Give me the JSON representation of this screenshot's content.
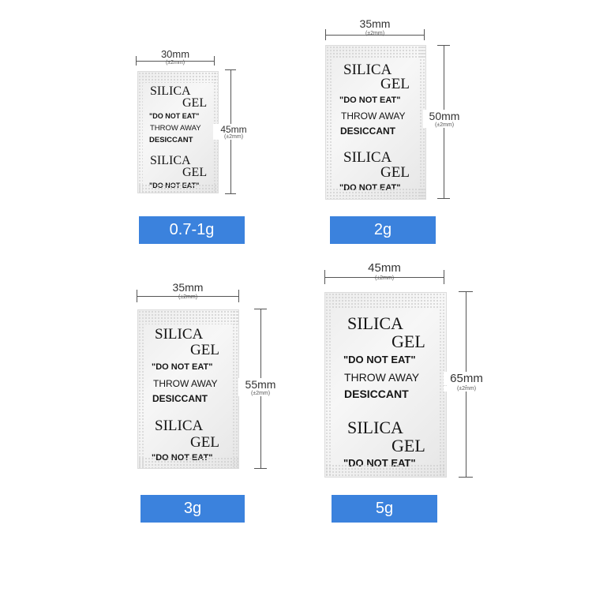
{
  "packets": [
    {
      "width_label": "30mm",
      "width_tol": "(±2mm)",
      "height_label": "45mm",
      "height_tol": "(±2mm)",
      "line1": "SILICA",
      "line2": "GEL",
      "line3": "\"DO NOT EAT\"",
      "line4": "THROW AWAY",
      "line5": "DESICCANT",
      "line6": "SILICA",
      "line7": "GEL",
      "line8": "\"DO NOT EAT\"",
      "weight": "0.7-1g"
    },
    {
      "width_label": "35mm",
      "width_tol": "(±2mm)",
      "height_label": "50mm",
      "height_tol": "(±2mm)",
      "line1": "SILICA",
      "line2": "GEL",
      "line3": "\"DO NOT EAT\"",
      "line4": "THROW AWAY",
      "line5": "DESICCANT",
      "line6": "SILICA",
      "line7": "GEL",
      "line8": "\"DO NOT EAT\"",
      "weight": "2g"
    },
    {
      "width_label": "35mm",
      "width_tol": "(±2mm)",
      "height_label": "55mm",
      "height_tol": "(±2mm)",
      "line1": "SILICA",
      "line2": "GEL",
      "line3": "\"DO NOT EAT\"",
      "line4": "THROW AWAY",
      "line5": "DESICCANT",
      "line6": "SILICA",
      "line7": "GEL",
      "line8": "\"DO NOT EAT\"",
      "weight": "3g"
    },
    {
      "width_label": "45mm",
      "width_tol": "(±2mm)",
      "height_label": "65mm",
      "height_tol": "(±2mm)",
      "line1": "SILICA",
      "line2": "GEL",
      "line3": "\"DO NOT EAT\"",
      "line4": "THROW AWAY",
      "line5": "DESICCANT",
      "line6": "SILICA",
      "line7": "GEL",
      "line8": "\"DO NOT EAT\"",
      "weight": "5g"
    }
  ],
  "colors": {
    "label_bg": "#3b82dd",
    "label_text": "#ffffff",
    "print": "#151515"
  }
}
